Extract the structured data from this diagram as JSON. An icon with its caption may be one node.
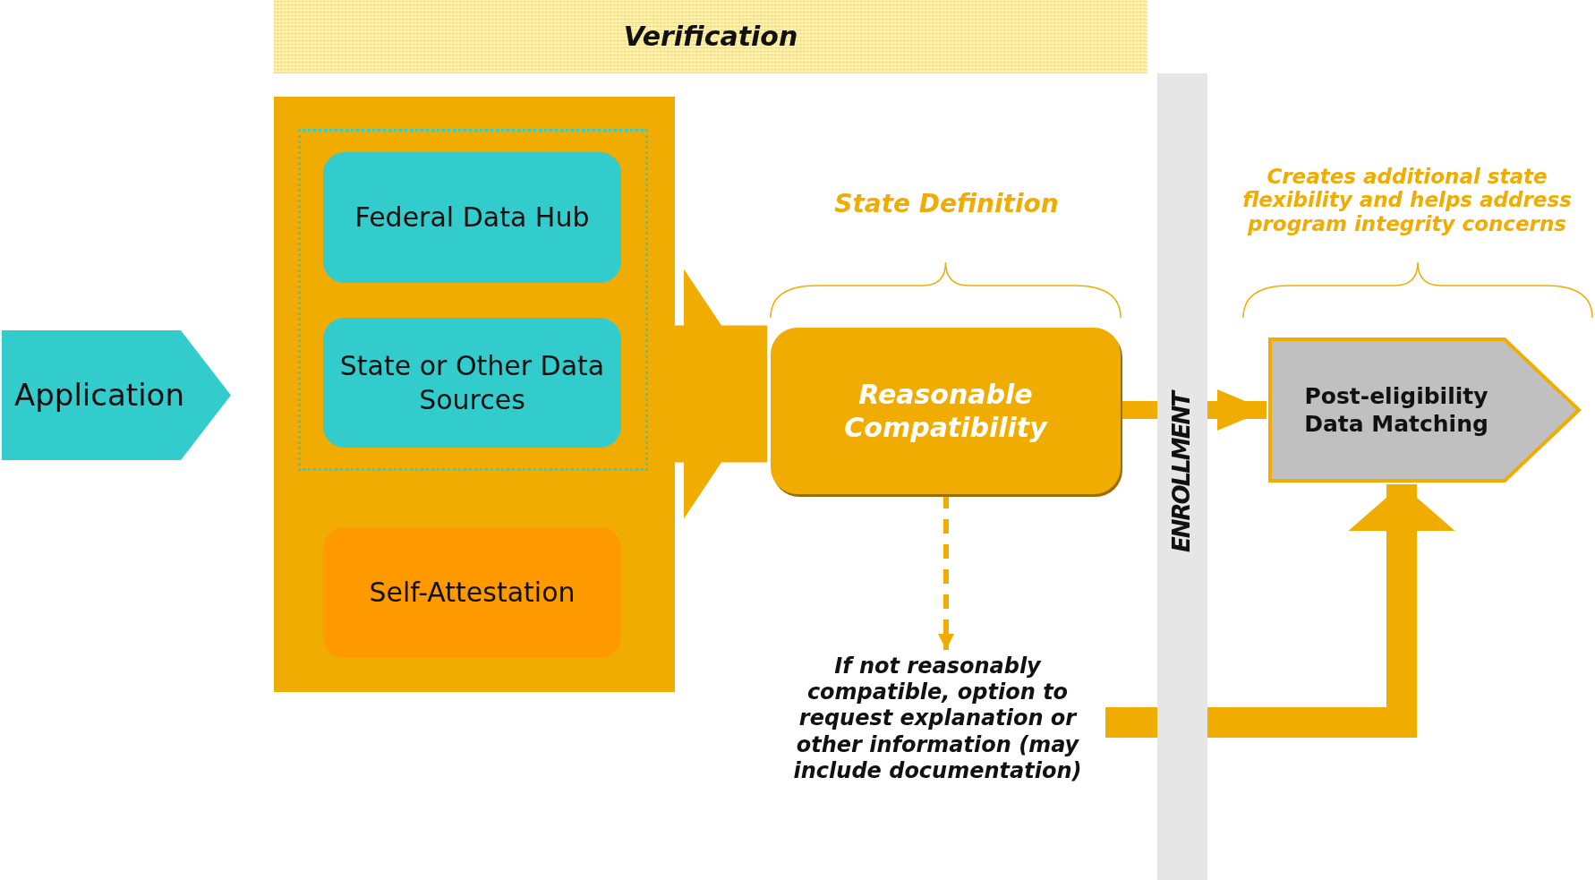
{
  "diagram": {
    "nodes": [
      {
        "text": [
          "Verification"
        ]
      },
      {
        "text": [
          "Application"
        ]
      },
      {
        "text": [],
        "shape": "box"
      },
      {
        "text": [],
        "shape": "box",
        "in": 2
      },
      {
        "text": [
          "Federal Data Hub"
        ],
        "in": 3
      },
      {
        "text": [
          "State or Other Data Sources"
        ],
        "in": 3
      },
      {
        "text": [
          "Self-Attestation"
        ],
        "in": 2
      },
      {
        "text": [
          "Reasonable Compatibility"
        ]
      },
      {
        "text": [
          "If not reasonably compatible, option to request explanation or other information (may include documentation)"
        ]
      },
      {
        "text": [
          "Post-eligibility Data Matching"
        ]
      }
    ],
    "edges": [
      {
        "from": 2,
        "to": 7,
        "arrow": "to",
        "style": "thick"
      },
      {
        "from": 7,
        "to": 8,
        "arrow": "to",
        "style": "dashed"
      },
      {
        "from": 7,
        "to": 9,
        "arrow": "to"
      },
      {
        "from": 8,
        "to": 9,
        "arrow": "to"
      }
    ],
    "labels": [
      "State Definition",
      "ENROLLMENT",
      "Creates additional state flexibility and helps address program integrity concerns"
    ]
  }
}
